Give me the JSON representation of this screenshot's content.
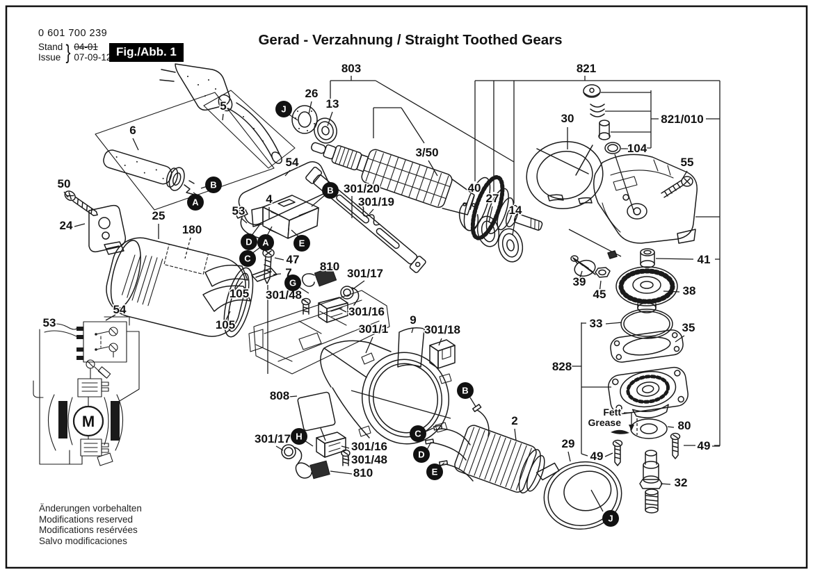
{
  "colors": {
    "ink": "#1a1a1a",
    "paper": "#ffffff"
  },
  "header": {
    "part_number": "0 601 700 239",
    "stand_label": "Stand",
    "issue_label": "Issue",
    "stand_value": "04-01",
    "issue_value": "07-09-12",
    "fig_label": "Fig./Abb. 1"
  },
  "title": "Gerad - Verzahnung / Straight Toothed Gears",
  "grease_note": {
    "line1": "Fett",
    "line2": "Grease"
  },
  "callouts": {
    "c803": "803",
    "c821": "821",
    "c26": "26",
    "c13": "13",
    "c5": "5",
    "c6": "6",
    "c30": "30",
    "c821_010": "821/010",
    "c104": "104",
    "c55": "55",
    "c3_50": "3/50",
    "c54a": "54",
    "c54b": "54",
    "c4": "4",
    "c301_20": "301/20",
    "c301_19": "301/19",
    "c40": "40",
    "c27": "27",
    "c14": "14",
    "c50": "50",
    "c24": "24",
    "c25": "25",
    "c180": "180",
    "c53a": "53",
    "c53b": "53",
    "c47": "47",
    "c7": "7",
    "c810a": "810",
    "c810b": "810",
    "c301_17a": "301/17",
    "c301_17b": "301/17",
    "c301_48a": "301/48",
    "c301_48b": "301/48",
    "c301_16a": "301/16",
    "c301_16b": "301/16",
    "c105a": "105",
    "c105b": "105",
    "c301_1": "301/1",
    "c9": "9",
    "c301_18": "301/18",
    "c33": "33",
    "c35": "35",
    "c828": "828",
    "c39": "39",
    "c45": "45",
    "c41": "41",
    "c38": "38",
    "c80": "80",
    "c49a": "49",
    "c49b": "49",
    "c32": "32",
    "c29": "29",
    "c2": "2",
    "c808": "808"
  },
  "markers": {
    "j1": "J",
    "j2": "J",
    "b1": "B",
    "b2": "B",
    "b3": "B",
    "a1": "A",
    "a2": "A",
    "c1": "C",
    "c2m": "C",
    "d1": "D",
    "d2": "D",
    "e1": "E",
    "e2": "E",
    "g1": "G",
    "h1": "H",
    "m": "M"
  },
  "footer": {
    "lines": [
      "Änderungen vorbehalten",
      "Modifications reserved",
      "Modifications resérvées",
      "Salvo modificaciones"
    ]
  }
}
